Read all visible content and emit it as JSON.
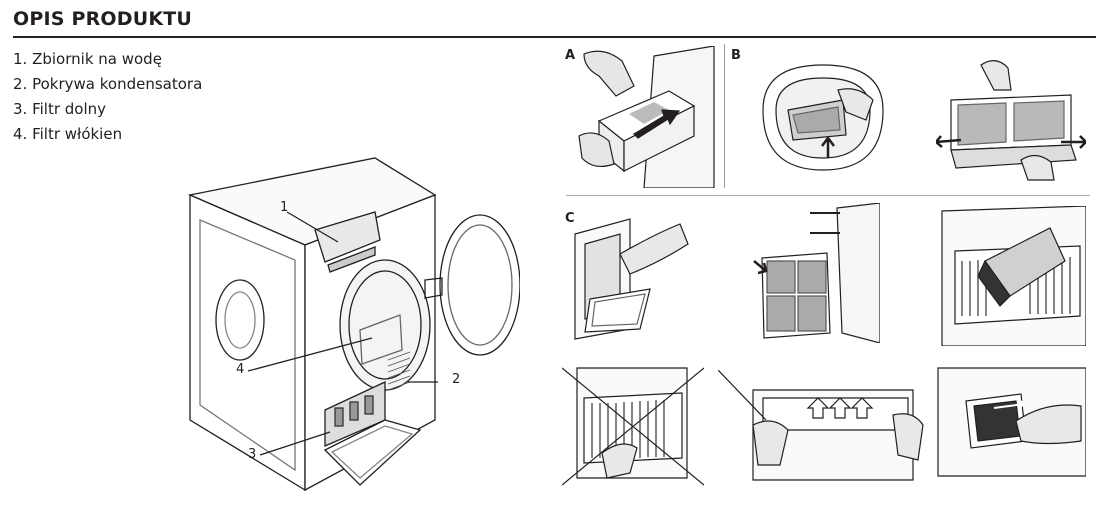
{
  "section_title": "OPIS PRODUKTU",
  "legend": [
    {
      "num": "1.",
      "text": "Zbiornik na wodę"
    },
    {
      "num": "2.",
      "text": "Pokrywa kondensatora"
    },
    {
      "num": "3.",
      "text": "Filtr dolny"
    },
    {
      "num": "4.",
      "text": "Filtr włókien"
    }
  ],
  "callouts": {
    "c1": "1",
    "c2": "2",
    "c3": "3",
    "c4": "4"
  },
  "panels": {
    "a": "A",
    "b": "B",
    "c": "C"
  }
}
